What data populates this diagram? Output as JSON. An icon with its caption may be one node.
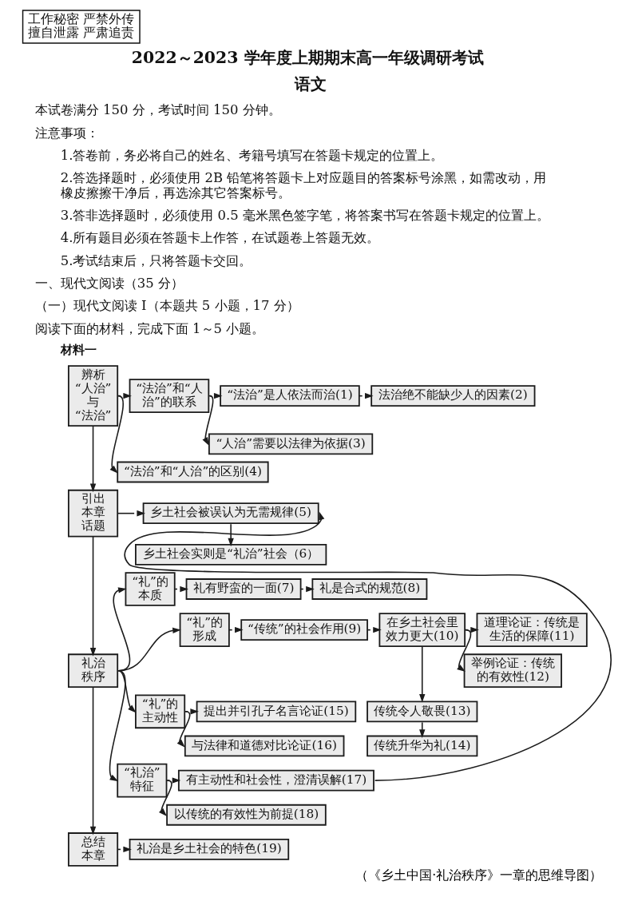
{
  "diagram": {
    "title": "2022～2023 学年度上期期末高一年级调研考试",
    "caption": "（《乡土中国·礼治秩序》一章的思维导图）",
    "nodes": [
      {
        "text": [
          "工作秘密 严禁外传",
          "擅自泄露 严肃追责"
        ]
      },
      {
        "text": [
          "辨析“人治”与“法治”"
        ]
      },
      {
        "text": [
          "“法治”和“人治”的联系"
        ]
      },
      {
        "text": [
          "“法治”是人依法而治(1)"
        ]
      },
      {
        "text": [
          "法治绝不能缺少人的因素(2)"
        ]
      },
      {
        "text": [
          "“人治”需要以法律为依据(3)"
        ]
      },
      {
        "text": [
          "“法治”和“人治”的区别(4)"
        ]
      },
      {
        "text": [
          "引出本章话题"
        ]
      },
      {
        "text": [
          "乡土社会被误认为无需规律(5)"
        ]
      },
      {
        "text": [
          "乡土社会实则是“礼治”社会（6）"
        ]
      },
      {
        "text": [
          "“礼”的本质"
        ]
      },
      {
        "text": [
          "礼有野蛮的一面(7)"
        ]
      },
      {
        "text": [
          "礼是合式的规范(8)"
        ]
      },
      {
        "text": [
          "“礼”的形成"
        ]
      },
      {
        "text": [
          "“传统”的社会作用(9)"
        ]
      },
      {
        "text": [
          "在乡土社会里效力更大(10)"
        ]
      },
      {
        "text": [
          "道理论证：传统是生活的保障(11)"
        ]
      },
      {
        "text": [
          "礼治秩序"
        ]
      },
      {
        "text": [
          "举例论证：传统的有效性(12)"
        ]
      },
      {
        "text": [
          "“礼”的主动性"
        ]
      },
      {
        "text": [
          "提出并引孔子名言论证(15)"
        ]
      },
      {
        "text": [
          "传统令人敬畏(13)"
        ]
      },
      {
        "text": [
          "与法律和道德对比论证(16)"
        ]
      },
      {
        "text": [
          "传统升华为礼(14)"
        ]
      },
      {
        "text": [
          "“礼治”特征"
        ]
      },
      {
        "text": [
          "有主动性和社会性，澄清误解(17)"
        ]
      },
      {
        "text": [
          "以传统的有效性为前提(18)"
        ]
      },
      {
        "text": [
          "总结本章"
        ]
      },
      {
        "text": [
          "礼治是乡土社会的特色(19)"
        ]
      }
    ],
    "edges": [
      {
        "from": 1,
        "to": 2,
        "arrow": "to"
      },
      {
        "from": 1,
        "to": 6,
        "arrow": "to"
      },
      {
        "from": 2,
        "to": 3,
        "arrow": "to"
      },
      {
        "from": 2,
        "to": 5,
        "arrow": "to"
      },
      {
        "from": 3,
        "to": 4,
        "arrow": "to"
      },
      {
        "from": 1,
        "to": 7,
        "arrow": "to"
      },
      {
        "from": 7,
        "to": 8,
        "arrow": "to"
      },
      {
        "from": 8,
        "to": 9,
        "arrow": "to"
      },
      {
        "from": 7,
        "to": 17,
        "arrow": "to"
      },
      {
        "from": 17,
        "to": 10,
        "arrow": "to"
      },
      {
        "from": 10,
        "to": 11,
        "arrow": "to"
      },
      {
        "from": 11,
        "to": 12,
        "arrow": "to"
      },
      {
        "from": 17,
        "to": 13,
        "arrow": "to"
      },
      {
        "from": 13,
        "to": 14,
        "arrow": "to"
      },
      {
        "from": 14,
        "to": 15,
        "arrow": "to"
      },
      {
        "from": 15,
        "to": 16,
        "arrow": "to"
      },
      {
        "from": 15,
        "to": 18,
        "arrow": "to"
      },
      {
        "from": 17,
        "to": 19,
        "arrow": "to"
      },
      {
        "from": 19,
        "to": 20,
        "arrow": "to"
      },
      {
        "from": 19,
        "to": 22,
        "arrow": "to"
      },
      {
        "from": 15,
        "to": 21,
        "arrow": "to"
      },
      {
        "from": 21,
        "to": 23,
        "arrow": "to"
      },
      {
        "from": 17,
        "to": 24,
        "arrow": "to"
      },
      {
        "from": 24,
        "to": 25,
        "arrow": "to"
      },
      {
        "from": 24,
        "to": 26,
        "arrow": "to"
      },
      {
        "from": 25,
        "to": 8,
        "arrow": "to"
      },
      {
        "from": 17,
        "to": 27,
        "arrow": "to"
      },
      {
        "from": 27,
        "to": 28,
        "arrow": "to"
      }
    ],
    "labels": [
      "语文",
      "本试卷满分 150 分，考试时间 150 分钟。",
      "注意事项：",
      "1.答卷前，务必将自己的姓名、考籍号填写在答题卡规定的位置上。",
      "2.答选择题时，必须使用 2B 铅笔将答题卡上对应题目的答案标号涂黑，如需改动，用橡皮擦擦干净后，再选涂其它答案标号。",
      "3.答非选择题时，必须使用 0.5 毫米黑色签字笔，将答案书写在答题卡规定的位置上。",
      "4.所有题目必须在答题卡上作答，在试题卷上答题无效。",
      "5.考试结束后，只将答题卡交回。",
      "一、现代文阅读（35 分）",
      "（一）现代文阅读 I（本题共 5 小题，17 分）",
      "阅读下面的材料，完成下面 1～5 小题。",
      "材料一"
    ]
  }
}
